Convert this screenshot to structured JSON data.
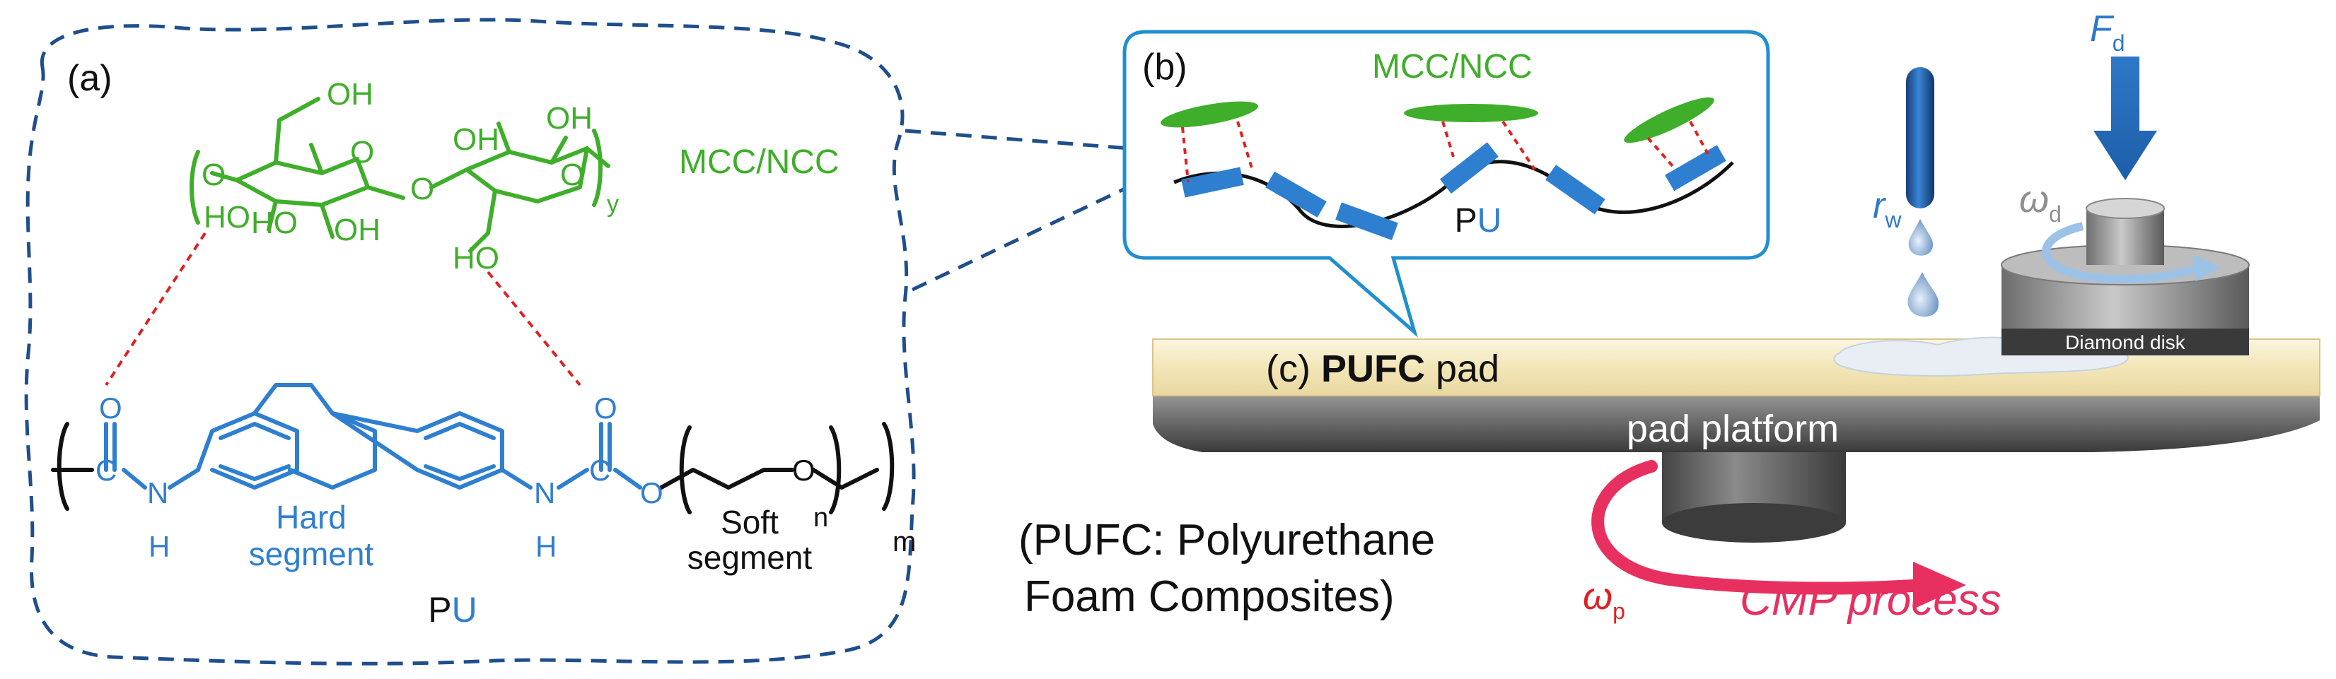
{
  "panel_a": {
    "label": "(a)",
    "cellulose": {
      "oh_top": "OH",
      "oh_mid": "OH",
      "oh_left1": "HO",
      "oh_left2": "HO",
      "oh_bottom": "OH",
      "oh_right_top": "OH",
      "oh_ho_bottom": "HO",
      "ring_o_left": "O",
      "ring_o_right": "O",
      "bridge_o": "O",
      "chain_o_left": "O",
      "subscript": "y",
      "name": "MCC/NCC"
    },
    "pu": {
      "o_left": "O",
      "c_left": "C",
      "n_left": "N",
      "h_left": "H",
      "n_right": "N",
      "h_right": "H",
      "c_right": "C",
      "o_carbonyl": "O",
      "o_ester": "O",
      "o_soft": "O",
      "subscript_n": "n",
      "subscript_m": "m",
      "hard_line1": "Hard",
      "hard_line2": "segment",
      "soft_line1": "Soft",
      "soft_line2": "segment",
      "name_p": "P",
      "name_u": "U"
    },
    "colors": {
      "green": "#3fae2a",
      "blue": "#2f7fd0",
      "dash": "#1f4e8c",
      "hbond": "#e02020"
    }
  },
  "panel_b": {
    "label": "(b)",
    "name": "MCC/NCC",
    "pu_p": "P",
    "pu_u": "U",
    "border_color": "#1f8fd0"
  },
  "panel_c": {
    "label_prefix": "(c) ",
    "label_bold": "PUFC",
    "label_suffix": " pad",
    "platform": "pad platform",
    "disk": "Diamond disk",
    "rw": "r",
    "rw_sub": "w",
    "wd": "ω",
    "wd_sub": "d",
    "fd": "F",
    "fd_sub": "d",
    "wp": "ω",
    "wp_sub": "p",
    "process": "CMP process",
    "note_line1": "(PUFC: Polyurethane",
    "note_line2": "Foam Composites)"
  }
}
